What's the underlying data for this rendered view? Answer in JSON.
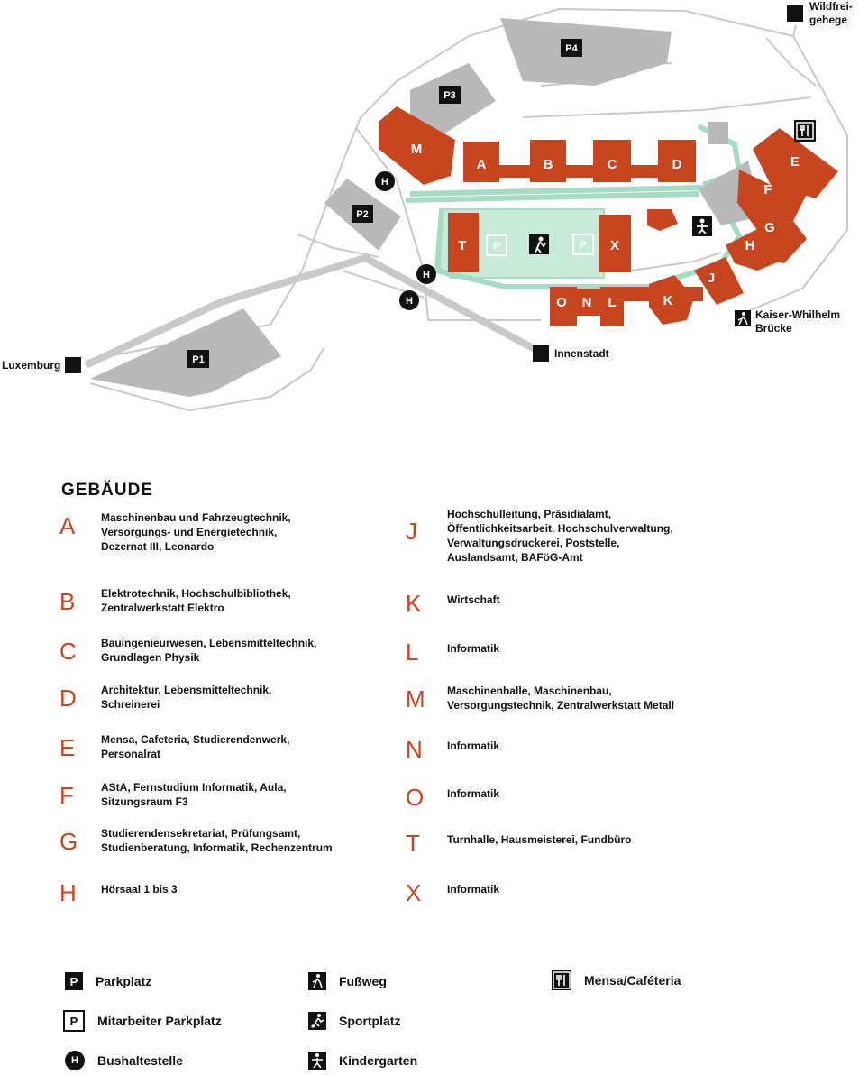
{
  "map": {
    "buildings": {
      "A": "A",
      "B": "B",
      "C": "C",
      "D": "D",
      "E": "E",
      "F": "F",
      "G": "G",
      "H": "H",
      "J": "J",
      "K": "K",
      "L": "L",
      "M": "M",
      "N": "N",
      "O": "O",
      "T": "T",
      "X": "X"
    },
    "parking": {
      "P1": "P1",
      "P2": "P2",
      "P3": "P3",
      "P4": "P4",
      "P": "P"
    },
    "bus_stop": "H",
    "destinations": {
      "wildfreigehege_1": "Wildfrei-",
      "wildfreigehege_2": "gehege",
      "luxemburg": "Luxemburg",
      "innenstadt": "Innenstadt",
      "kaiser_1": "Kaiser-Whilhelm",
      "kaiser_2": "Brücke"
    }
  },
  "legend": {
    "heading": "GEBÄUDE",
    "left": [
      {
        "letter": "A",
        "desc": [
          "Maschinenbau und Fahrzeugtechnik,",
          "Versorgungs- und Energietechnik,",
          "Dezernat III, Leonardo"
        ]
      },
      {
        "letter": "B",
        "desc": [
          "Elektrotechnik, Hochschulbibliothek,",
          "Zentralwerkstatt Elektro"
        ]
      },
      {
        "letter": "C",
        "desc": [
          "Bauingenieurwesen, Lebensmitteltechnik,",
          "Grundlagen Physik"
        ]
      },
      {
        "letter": "D",
        "desc": [
          "Architektur, Lebensmitteltechnik,",
          "Schreinerei"
        ]
      },
      {
        "letter": "E",
        "desc": [
          "Mensa, Cafeteria, Studierendenwerk,",
          "Personalrat"
        ]
      },
      {
        "letter": "F",
        "desc": [
          "AStA, Fernstudium Informatik, Aula,",
          "Sitzungsraum F3"
        ]
      },
      {
        "letter": "G",
        "desc": [
          "Studierendensekretariat, Prüfungsamt,",
          "Studienberatung, Informatik, Rechenzentrum"
        ]
      },
      {
        "letter": "H",
        "desc": [
          "Hörsaal 1 bis 3"
        ]
      }
    ],
    "right": [
      {
        "letter": "J",
        "desc": [
          "Hochschulleitung, Präsidialamt,",
          "Öffentlichkeitsarbeit, Hochschulverwaltung,",
          "Verwaltungsdruckerei, Poststelle,",
          "Auslandsamt, BAFöG-Amt"
        ]
      },
      {
        "letter": "K",
        "desc": [
          "Wirtschaft"
        ]
      },
      {
        "letter": "L",
        "desc": [
          "Informatik"
        ]
      },
      {
        "letter": "M",
        "desc": [
          "Maschinenhalle, Maschinenbau,",
          "Versorgungstechnik, Zentralwerkstatt Metall"
        ]
      },
      {
        "letter": "N",
        "desc": [
          "Informatik"
        ]
      },
      {
        "letter": "O",
        "desc": [
          "Informatik"
        ]
      },
      {
        "letter": "T",
        "desc": [
          "Turnhalle, Hausmeisterei, Fundbüro"
        ]
      },
      {
        "letter": "X",
        "desc": [
          "Informatik"
        ]
      }
    ]
  },
  "key": {
    "parkplatz": {
      "symbol": "P",
      "label": "Parkplatz"
    },
    "mitarbeiter": {
      "symbol": "P",
      "label": "Mitarbeiter Parkplatz"
    },
    "bus": {
      "symbol": "H",
      "label": "Bushaltestelle"
    },
    "fussweg": {
      "label": "Fußweg"
    },
    "sportplatz": {
      "label": "Sportplatz"
    },
    "kindergarten": {
      "label": "Kindergarten"
    },
    "mensa": {
      "label": "Mensa/Caféteria"
    }
  }
}
